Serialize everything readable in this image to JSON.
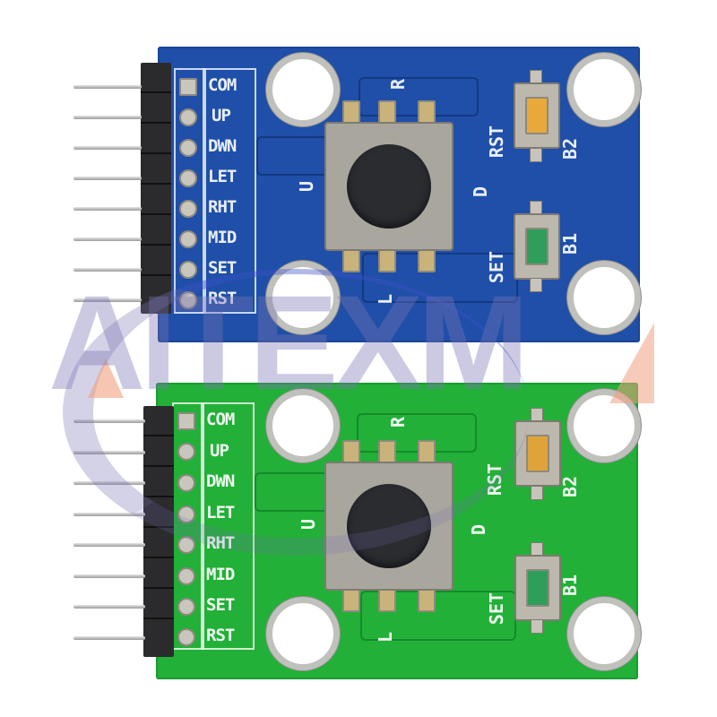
{
  "scene": {
    "description": "Product photo of two 5-way navigation tactile switch modules (blue and green PCB) with 8-pin headers",
    "background": "#ffffff"
  },
  "watermark": {
    "text": "AITEXM",
    "color": "#7873b4",
    "accent_color": "#f0a080"
  },
  "boards": [
    {
      "color_name": "blue",
      "pcb_color": "#1f4fa8",
      "pin_labels": [
        "COM",
        "UP",
        "DWN",
        "LET",
        "RHT",
        "MID",
        "SET",
        "RST"
      ],
      "switch_labels": {
        "up": "U",
        "down": "D",
        "left": "L",
        "right": "R"
      },
      "buttons": [
        {
          "name": "RST",
          "ref": "B2",
          "cap_color": "#e8a93a"
        },
        {
          "name": "SET",
          "ref": "B1",
          "cap_color": "#2f9e5a"
        }
      ]
    },
    {
      "color_name": "green",
      "pcb_color": "#22b038",
      "pin_labels": [
        "COM",
        "UP",
        "DWN",
        "LET",
        "RHT",
        "MID",
        "SET",
        "RST"
      ],
      "switch_labels": {
        "up": "U",
        "down": "D",
        "left": "L",
        "right": "R"
      },
      "buttons": [
        {
          "name": "RST",
          "ref": "B2",
          "cap_color": "#e0a33a"
        },
        {
          "name": "SET",
          "ref": "B1",
          "cap_color": "#2f9e5a"
        }
      ]
    }
  ]
}
